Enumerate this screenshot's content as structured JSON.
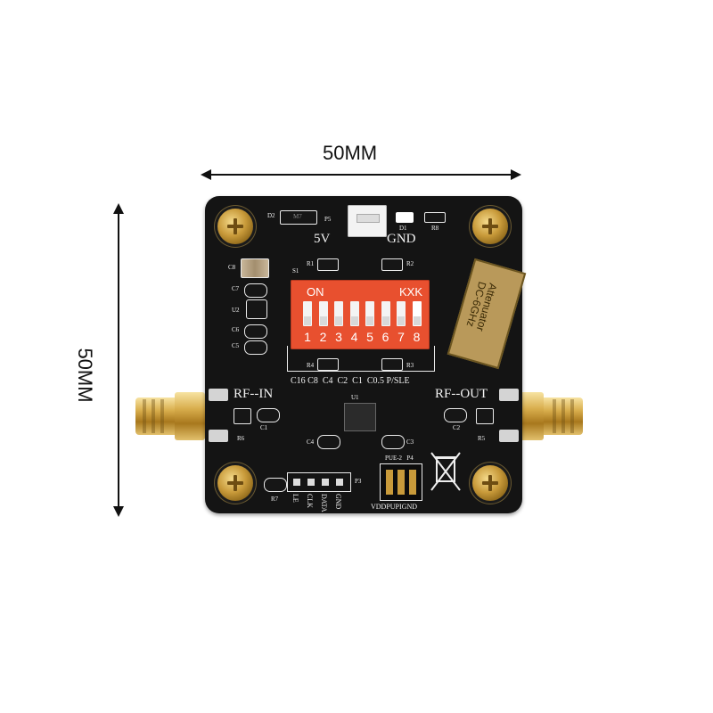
{
  "dimensions": {
    "width_label": "50MM",
    "height_label": "50MM"
  },
  "board": {
    "colors": {
      "pcb": "#141414",
      "silkscreen": "#f2f2f2",
      "dip_switch": "#e8502f",
      "gold": "#c89a3a"
    },
    "connectors": {
      "rf_in_label": "RF--IN",
      "rf_out_label": "RF--OUT"
    },
    "power": {
      "v5_label": "5V",
      "gnd_label": "GND"
    },
    "dip_switch": {
      "on_label": "ON",
      "brand_label": "KXK",
      "numbers": [
        "1",
        "2",
        "3",
        "4",
        "5",
        "6",
        "7",
        "8"
      ],
      "bit_labels": "C16 C8  C4  C2  C1  C0.5 P/SLE"
    },
    "header_pins": [
      "LE",
      "CLK",
      "DATA",
      "GND"
    ],
    "pue_header": {
      "label": "PUE-2   P4",
      "pins_label": "VDDPUPIGND"
    },
    "refdes": {
      "d2": "D2",
      "m7": "M7",
      "p5": "P5",
      "d1": "D1",
      "r8": "R8",
      "s1": "S1",
      "r1": "R1",
      "r2": "R2",
      "r3": "R3",
      "r4": "R4",
      "c8": "C8",
      "c7": "C7",
      "u2": "U2",
      "c6": "C6",
      "c5": "C5",
      "c1": "C1",
      "c2": "C2",
      "c3": "C3",
      "c4": "C4",
      "r5": "R5",
      "r6": "R6",
      "r7": "R7",
      "u1": "U1",
      "p3": "P3"
    },
    "side_label_1": "Attenuator",
    "side_label_2": "DC-6GHz"
  }
}
